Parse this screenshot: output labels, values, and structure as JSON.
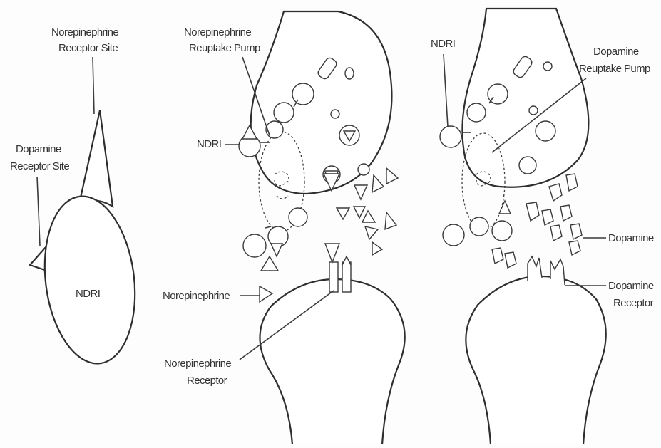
{
  "labels": {
    "left_ne_site_1": "Norepinephrine",
    "left_ne_site_2": "Receptor Site",
    "left_da_site_1": "Dopamine",
    "left_da_site_2": "Receptor Site",
    "left_ndri": "NDRI",
    "mid_ne_pump_1": "Norepinephrine",
    "mid_ne_pump_2": "Reuptake Pump",
    "mid_ndri": "NDRI",
    "mid_ne": "Norepinephrine",
    "mid_ne_receptor_1": "Norepinephrine",
    "mid_ne_receptor_2": "Receptor",
    "right_ndri": "NDRI",
    "right_da_pump_1": "Dopamine",
    "right_da_pump_2": "Reuptake Pump",
    "right_da": "Dopamine",
    "right_da_receptor_1": "Dopamine",
    "right_da_receptor_2": "Receptor"
  }
}
